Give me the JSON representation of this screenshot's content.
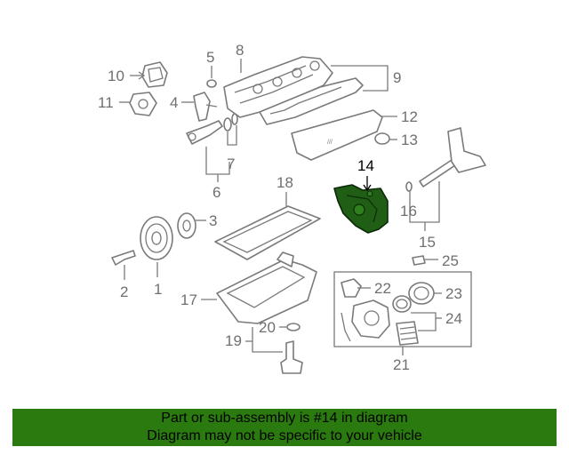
{
  "diagram": {
    "highlighted_part": "14",
    "highlight_color": "#1f5e14",
    "callouts": {
      "c1": "1",
      "c2": "2",
      "c3": "3",
      "c4": "4",
      "c5": "5",
      "c6": "6",
      "c7": "7",
      "c8": "8",
      "c9": "9",
      "c10": "10",
      "c11": "11",
      "c12": "12",
      "c13": "13",
      "c14": "14",
      "c15": "15",
      "c16": "16",
      "c17": "17",
      "c18": "18",
      "c19": "19",
      "c20": "20",
      "c21": "21",
      "c22": "22",
      "c23": "23",
      "c24": "24",
      "c25": "25"
    }
  },
  "banner": {
    "line1": "Part or sub-assembly is #14 in diagram",
    "line2": "Diagram may not be specific to your vehicle",
    "background": "#2a7a10"
  }
}
